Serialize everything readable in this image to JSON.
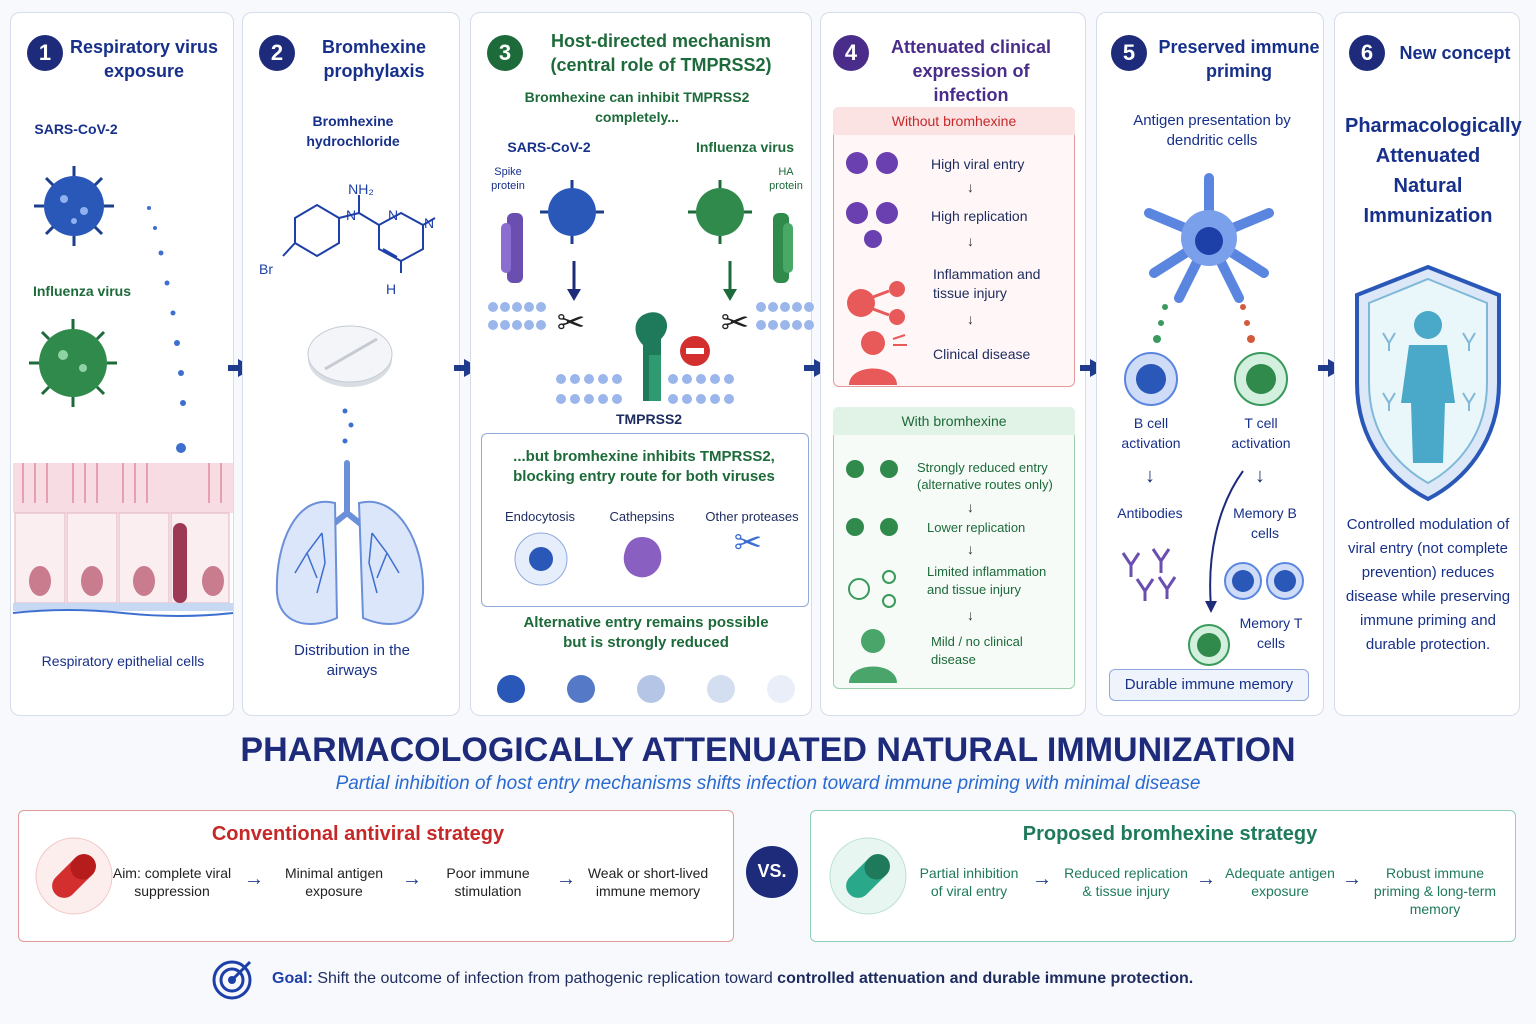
{
  "panels": [
    {
      "num": "1",
      "title": "Respiratory virus exposure"
    },
    {
      "num": "2",
      "title": "Bromhexine prophylaxis"
    },
    {
      "num": "3",
      "title": "Host-directed mechanism (central role of TMPRSS2)"
    },
    {
      "num": "4",
      "title": "Attenuated clinical expression of infection"
    },
    {
      "num": "5",
      "title": "Preserved immune priming"
    },
    {
      "num": "6",
      "title": "New concept"
    }
  ],
  "p1": {
    "sars": "SARS-CoV-2",
    "flu": "Influenza virus",
    "cells": "Respiratory epithelial cells"
  },
  "p2": {
    "drug": "Bromhexine hydrochloride",
    "nh2": "NH₂",
    "n1": "N",
    "n2": "N",
    "n3": "N",
    "br": "Br",
    "h": "H",
    "dist": "Distribution in the airways"
  },
  "p3": {
    "subtitle": "Bromhexine can inhibit TMPRSS2 completely...",
    "sars": "SARS-CoV-2",
    "flu": "Influenza virus",
    "spike": "Spike protein",
    "ha": "HA protein",
    "tmprss2": "TMPRSS2",
    "but": "...but bromhexine inhibits TMPRSS2, blocking entry route for both viruses",
    "routes": [
      "Endocytosis",
      "Cathepsins",
      "Other proteases"
    ],
    "alt": "Alternative entry remains possible but is strongly reduced"
  },
  "p4": {
    "without": "Without bromhexine",
    "w_steps": [
      "High viral entry",
      "High replication",
      "Inflammation and tissue injury",
      "Clinical disease"
    ],
    "with": "With bromhexine",
    "b_steps": [
      "Strongly reduced entry (alternative routes only)",
      "Lower replication",
      "Limited inflammation and tissue injury",
      "Mild / no clinical disease"
    ]
  },
  "p5": {
    "antigen": "Antigen presentation by dendritic cells",
    "bcell": "B cell activation",
    "tcell": "T cell activation",
    "antibodies": "Antibodies",
    "memb": "Memory B cells",
    "memt": "Memory T cells",
    "durable": "Durable immune memory"
  },
  "p6": {
    "concept": "Pharmacologically Attenuated Natural Immunization",
    "desc": "Controlled modulation of viral entry (not complete prevention) reduces disease while preserving immune priming and durable protection."
  },
  "banner": {
    "title": "PHARMACOLOGICALLY ATTENUATED NATURAL IMMUNIZATION",
    "subtitle": "Partial inhibition of host entry mechanisms shifts infection toward immune priming with minimal disease"
  },
  "conventional": {
    "title": "Conventional antiviral strategy",
    "steps": [
      "Aim: complete viral suppression",
      "Minimal antigen exposure",
      "Poor immune stimulation",
      "Weak or short-lived immune memory"
    ]
  },
  "vs": "VS.",
  "proposed": {
    "title": "Proposed bromhexine strategy",
    "steps": [
      "Partial inhibition of viral entry",
      "Reduced replication & tissue injury",
      "Adequate antigen exposure",
      "Robust immune priming & long-term memory"
    ]
  },
  "goal": {
    "label": "Goal:",
    "text1": "Shift the outcome of infection from pathogenic replication toward",
    "text2": "controlled attenuation and durable immune protection."
  },
  "colors": {
    "navy": "#1d2b7a",
    "green": "#1d6a3a",
    "purple": "#4a2d8a",
    "red": "#c62828",
    "teal": "#1f7a5c"
  }
}
